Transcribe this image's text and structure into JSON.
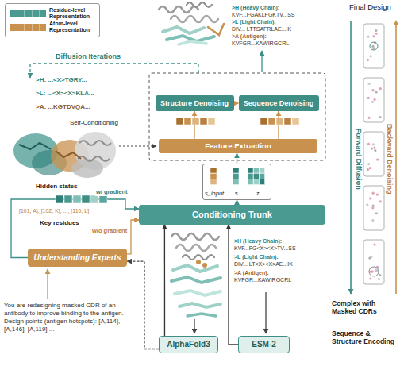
{
  "diagram": {
    "nodes": [
      {
        "text": [
          "Structure Denoising"
        ]
      },
      {
        "text": [
          "Sequence Denoising"
        ]
      },
      {
        "text": [
          "Feature Extraction"
        ]
      },
      {
        "text": [
          "s_input",
          "s",
          "z"
        ]
      },
      {
        "text": [
          "Conditioning Trunk"
        ]
      },
      {
        "text": [
          "Understanding Experts"
        ]
      },
      {
        "text": [
          "AlphaFold3"
        ]
      },
      {
        "text": [
          "ESM-2"
        ]
      }
    ],
    "edges": [
      {
        "from": 2,
        "to": 0,
        "arrow": "to"
      },
      {
        "from": 2,
        "to": 1,
        "arrow": "to"
      },
      {
        "from": 0,
        "to": 1,
        "arrow": "to"
      },
      {
        "from": 3,
        "to": 2,
        "arrow": "to"
      },
      {
        "from": 4,
        "to": 3,
        "arrow": "to"
      },
      {
        "from": 5,
        "to": 4,
        "label": "w/ gradient",
        "arrow": "to"
      },
      {
        "from": 5,
        "to": 4,
        "label": "w/o gradient",
        "arrow": "to"
      },
      {
        "from": 6,
        "to": 5,
        "arrow": "to"
      },
      {
        "from": 6,
        "to": 4,
        "arrow": "to"
      },
      {
        "from": 7,
        "to": 4,
        "arrow": "to"
      }
    ],
    "labels": [
      "Diffusion Iterations",
      ">H: ...<X>TGRY...",
      ">L: ...<X><X>KLA...",
      ">A: ...KGTDVQA...",
      "Self-Conditioning",
      "Hidden states",
      "[101, A], [102, K], ..., [110, L]",
      "Key residues",
      ">H (Heavy Chain):",
      "KVF...FGAKLFGKTV...SS",
      ">L (Light Chain):",
      "DIV... LTTSAFRLAE...IK",
      ">A (Antigen):",
      "KVFGR...KAWIRGCRL",
      "Final Design",
      "Forward Diffusion",
      "Backward Denoising",
      "Complex with Masked CDRs",
      "Sequence & Structure Encoding",
      ">H (Heavy Chain):",
      "KVF...FG<X><X>TV...SS",
      ">L (Light Chain):",
      "DIV... LT<X><X>AE...IK",
      ">A (Antigen):",
      "KVFGR...KAWIRGCRL",
      "You are redesigning masked CDR of an antibody to improve binding to the antigen. Design points (antigen hotspots): [A,114], [A,146], [A,119] ..."
    ],
    "legend": [
      {
        "text": "Residue-level Representation",
        "color": "#4a9a92"
      },
      {
        "text": "Atom-level Representation",
        "color": "#c8914e"
      }
    ]
  }
}
